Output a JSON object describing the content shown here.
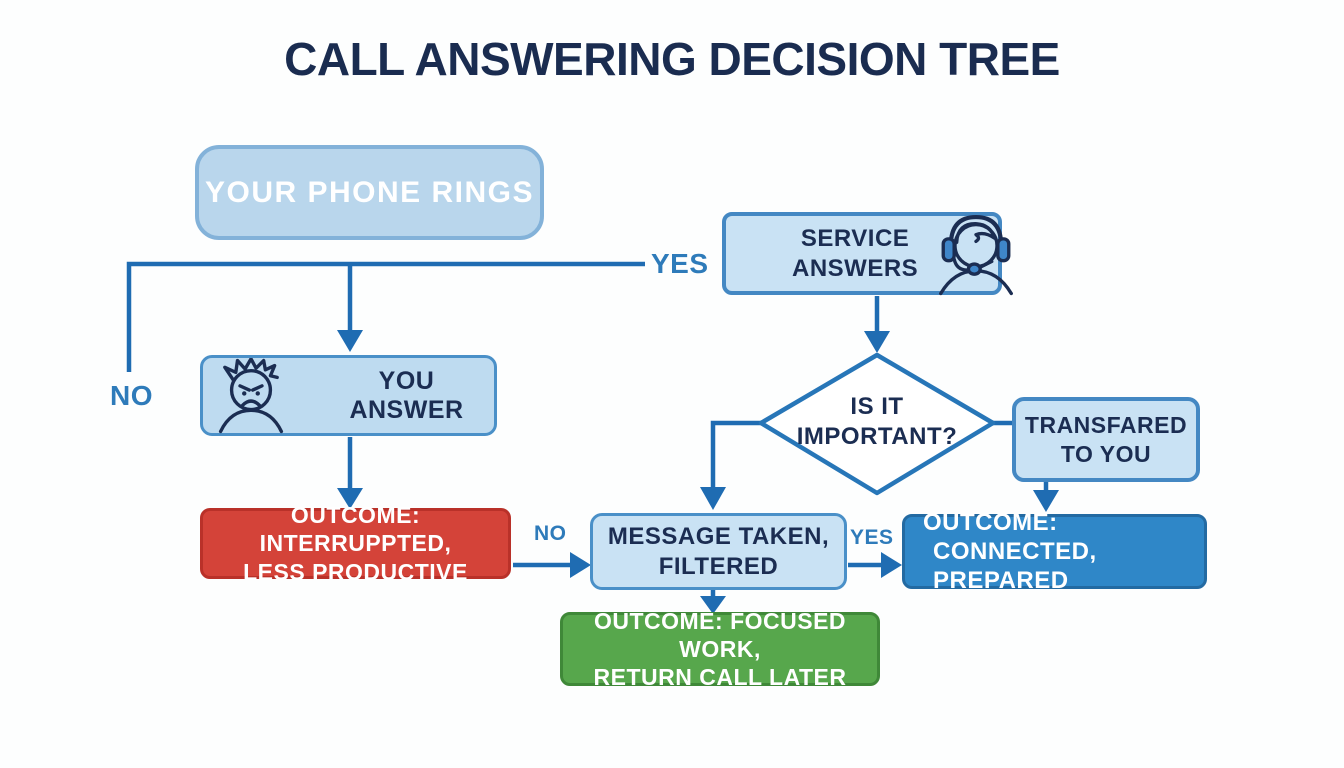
{
  "title": "CALL ANSWERING DECISION TREE",
  "nodes": {
    "phone_rings": {
      "label": "YOUR PHONE RINGS"
    },
    "service_answers": {
      "line1": "SERVICE",
      "line2": "ANSWERS"
    },
    "you_answer": {
      "label": "YOU ANSWER"
    },
    "is_it_important": {
      "line1": "IS IT",
      "line2": "IMPORTANT?"
    },
    "transfared_to_you": {
      "line1": "TRANSFARED",
      "line2": "TO YOU"
    },
    "outcome_interrupted": {
      "line1": "OUTCOME: INTERRUPPTED,",
      "line2": "LESS PRODUCTIVE"
    },
    "message_taken": {
      "line1": "MESSAGE TAKEN,",
      "line2": "FILTERED"
    },
    "outcome_connected": {
      "line1": "OUTCOME:",
      "line2": "CONNECTED, PREPARED"
    },
    "outcome_focused": {
      "line1": "OUTCOME: FOCUSED WORK,",
      "line2": "RETURN CALL LATER"
    }
  },
  "labels": {
    "yes_top": "YES",
    "no_left": "NO",
    "no_mid": "NO",
    "yes_mid": "YES"
  },
  "icons": {
    "you_answer": "angry-person-icon",
    "service_answers": "support-agent-headset-icon"
  },
  "colors": {
    "connector_blue": "#1f6cb2",
    "branch_label_blue": "#2e7bba",
    "light_blue_fill": "#c9e2f4",
    "light_blue_border": "#4488c3",
    "outcome_negative_red": "#d44339",
    "outcome_connected_blue": "#2f87c8",
    "outcome_focused_green": "#57a74c",
    "dark_navy_text": "#1b2d52"
  }
}
